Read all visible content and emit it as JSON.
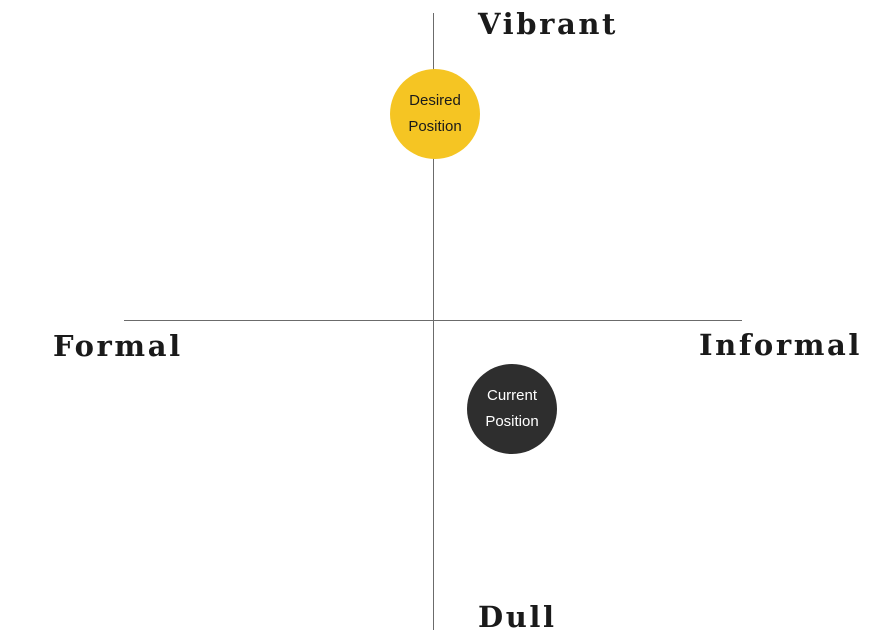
{
  "axes": {
    "top": "Vibrant",
    "bottom": "Dull",
    "left": "Formal",
    "right": "Informal"
  },
  "markers": [
    {
      "line1": "Desired",
      "line2": "Position",
      "color": "#f5c523",
      "text_color": "#1a1a1a"
    },
    {
      "line1": "Current",
      "line2": "Position",
      "color": "#2e2e2e",
      "text_color": "#ffffff"
    }
  ],
  "colors": {
    "axis_line": "#6b6b6b",
    "label_text": "#1a1a1a",
    "background": "#ffffff"
  }
}
